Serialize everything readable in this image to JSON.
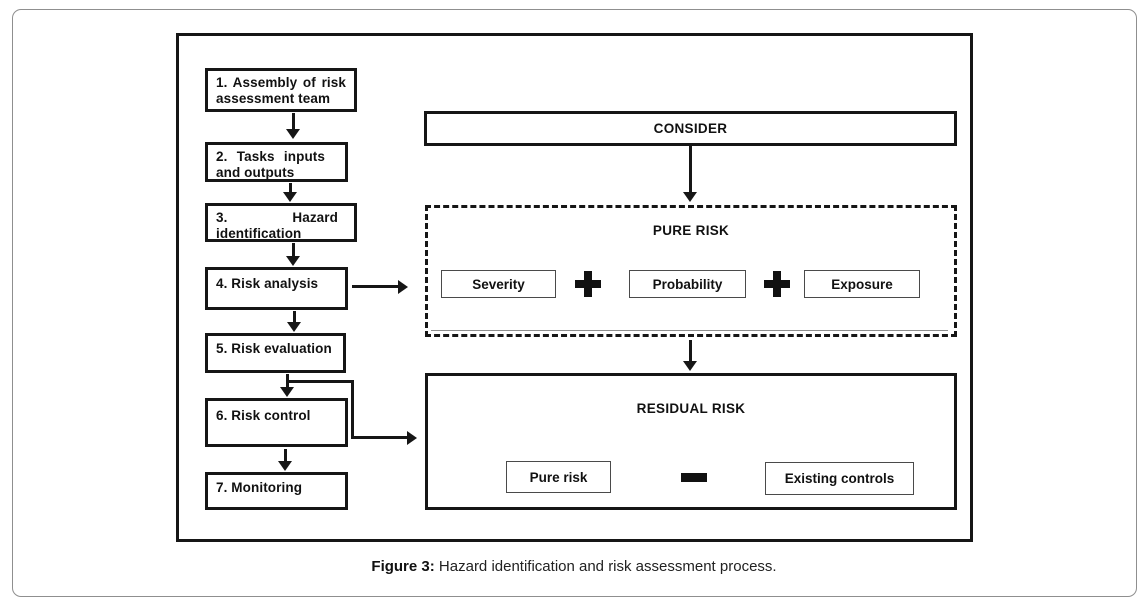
{
  "caption": {
    "label": "Figure 3:",
    "text": "Hazard identification and risk assessment process."
  },
  "flow_steps": [
    "1. Assembly of risk assessment team",
    "2. Tasks inputs and outputs",
    "3. Hazard identification",
    "4. Risk analysis",
    "5. Risk evaluation",
    "6. Risk control",
    "7. Monitoring"
  ],
  "consider": {
    "title": "CONSIDER"
  },
  "pure_risk": {
    "title": "PURE RISK",
    "factors": [
      "Severity",
      "Probability",
      "Exposure"
    ],
    "operator_icons": [
      "plus-icon",
      "plus-icon"
    ]
  },
  "residual_risk": {
    "title": "RESIDUAL RISK",
    "operands": [
      "Pure risk",
      "Existing controls"
    ],
    "operator_icon": "minus-icon"
  },
  "colors": {
    "line": "#161616",
    "panel_border": "#8f8f8f",
    "background": "#ffffff"
  }
}
